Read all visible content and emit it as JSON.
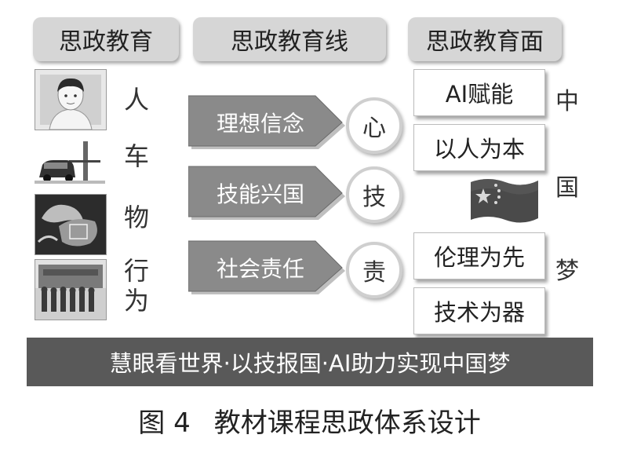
{
  "headers": [
    "思政教育",
    "思政教育线",
    "思政教育面"
  ],
  "left_column": {
    "chars": [
      "人",
      "车",
      "物",
      "行",
      "为"
    ]
  },
  "lines": [
    {
      "label": "理想信念",
      "circle": "心"
    },
    {
      "label": "技能兴国",
      "circle": "技"
    },
    {
      "label": "社会责任",
      "circle": "责"
    }
  ],
  "right_boxes": [
    "AI赋能",
    "以人为本",
    "伦理为先",
    "技术为器"
  ],
  "right_chars": [
    "中",
    "国",
    "梦"
  ],
  "banner": "慧眼看世界·以技报国·AI助力实现中国梦",
  "caption": {
    "number": "图 4",
    "title": "教材课程思政体系设计"
  },
  "icons": {
    "photo_person": "person-photo-icon",
    "photo_car": "car-photo-icon",
    "photo_object": "object-photo-icon",
    "photo_group": "group-photo-icon",
    "flag": "china-flag-icon"
  },
  "colors": {
    "header_bg": "#d6d6d6",
    "arrow_fill": "#8a8a8a",
    "banner_bg": "#595959"
  }
}
